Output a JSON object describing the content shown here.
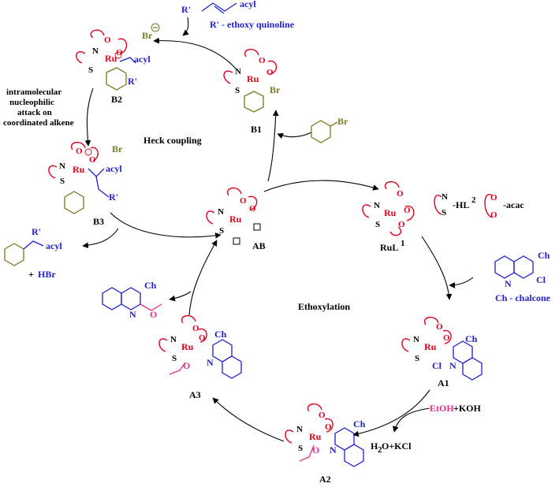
{
  "labels": {
    "top_reagent_acyl": "acyl",
    "top_reagent_r": "R'",
    "top_reagent_desc": "R' - ethoxy quinoline",
    "br_minus": "Br",
    "b2": "B2",
    "b1": "B1",
    "b3": "B3",
    "ab": "AB",
    "a1": "A1",
    "a2": "A2",
    "a3": "A3",
    "rul1": "RuL",
    "rul1_sup": "1",
    "heck": "Heck coupling",
    "ethoxylation": "Ethoxylation",
    "intramolecular": "intramolecular",
    "nucleophilic": "nucleophilic",
    "attackon": "attack on",
    "coordinated": "coordinated alkene",
    "hl2": "-HL",
    "hl2_sup": "2",
    "acac": "-acac",
    "ch_chalcone": "Ch - chalcone",
    "ch": "Ch",
    "cl": "Cl",
    "etoh": "EtOH",
    "koh": "+KOH",
    "h2o_kcl": "H",
    "h2o_kcl_2": "2",
    "h2o_kcl_rest": "O+KCl",
    "hbr_plus": "+ ",
    "hbr": "HBr",
    "ru": "Ru",
    "n": "N",
    "s": "S",
    "o": "O",
    "br": "Br",
    "acyl": "acyl",
    "r_prime": "R'"
  },
  "colors": {
    "red": "#e0001a",
    "blue": "#1f1fd0",
    "olive": "#7a7a1e",
    "pink": "#e0308a",
    "black": "#000000"
  }
}
